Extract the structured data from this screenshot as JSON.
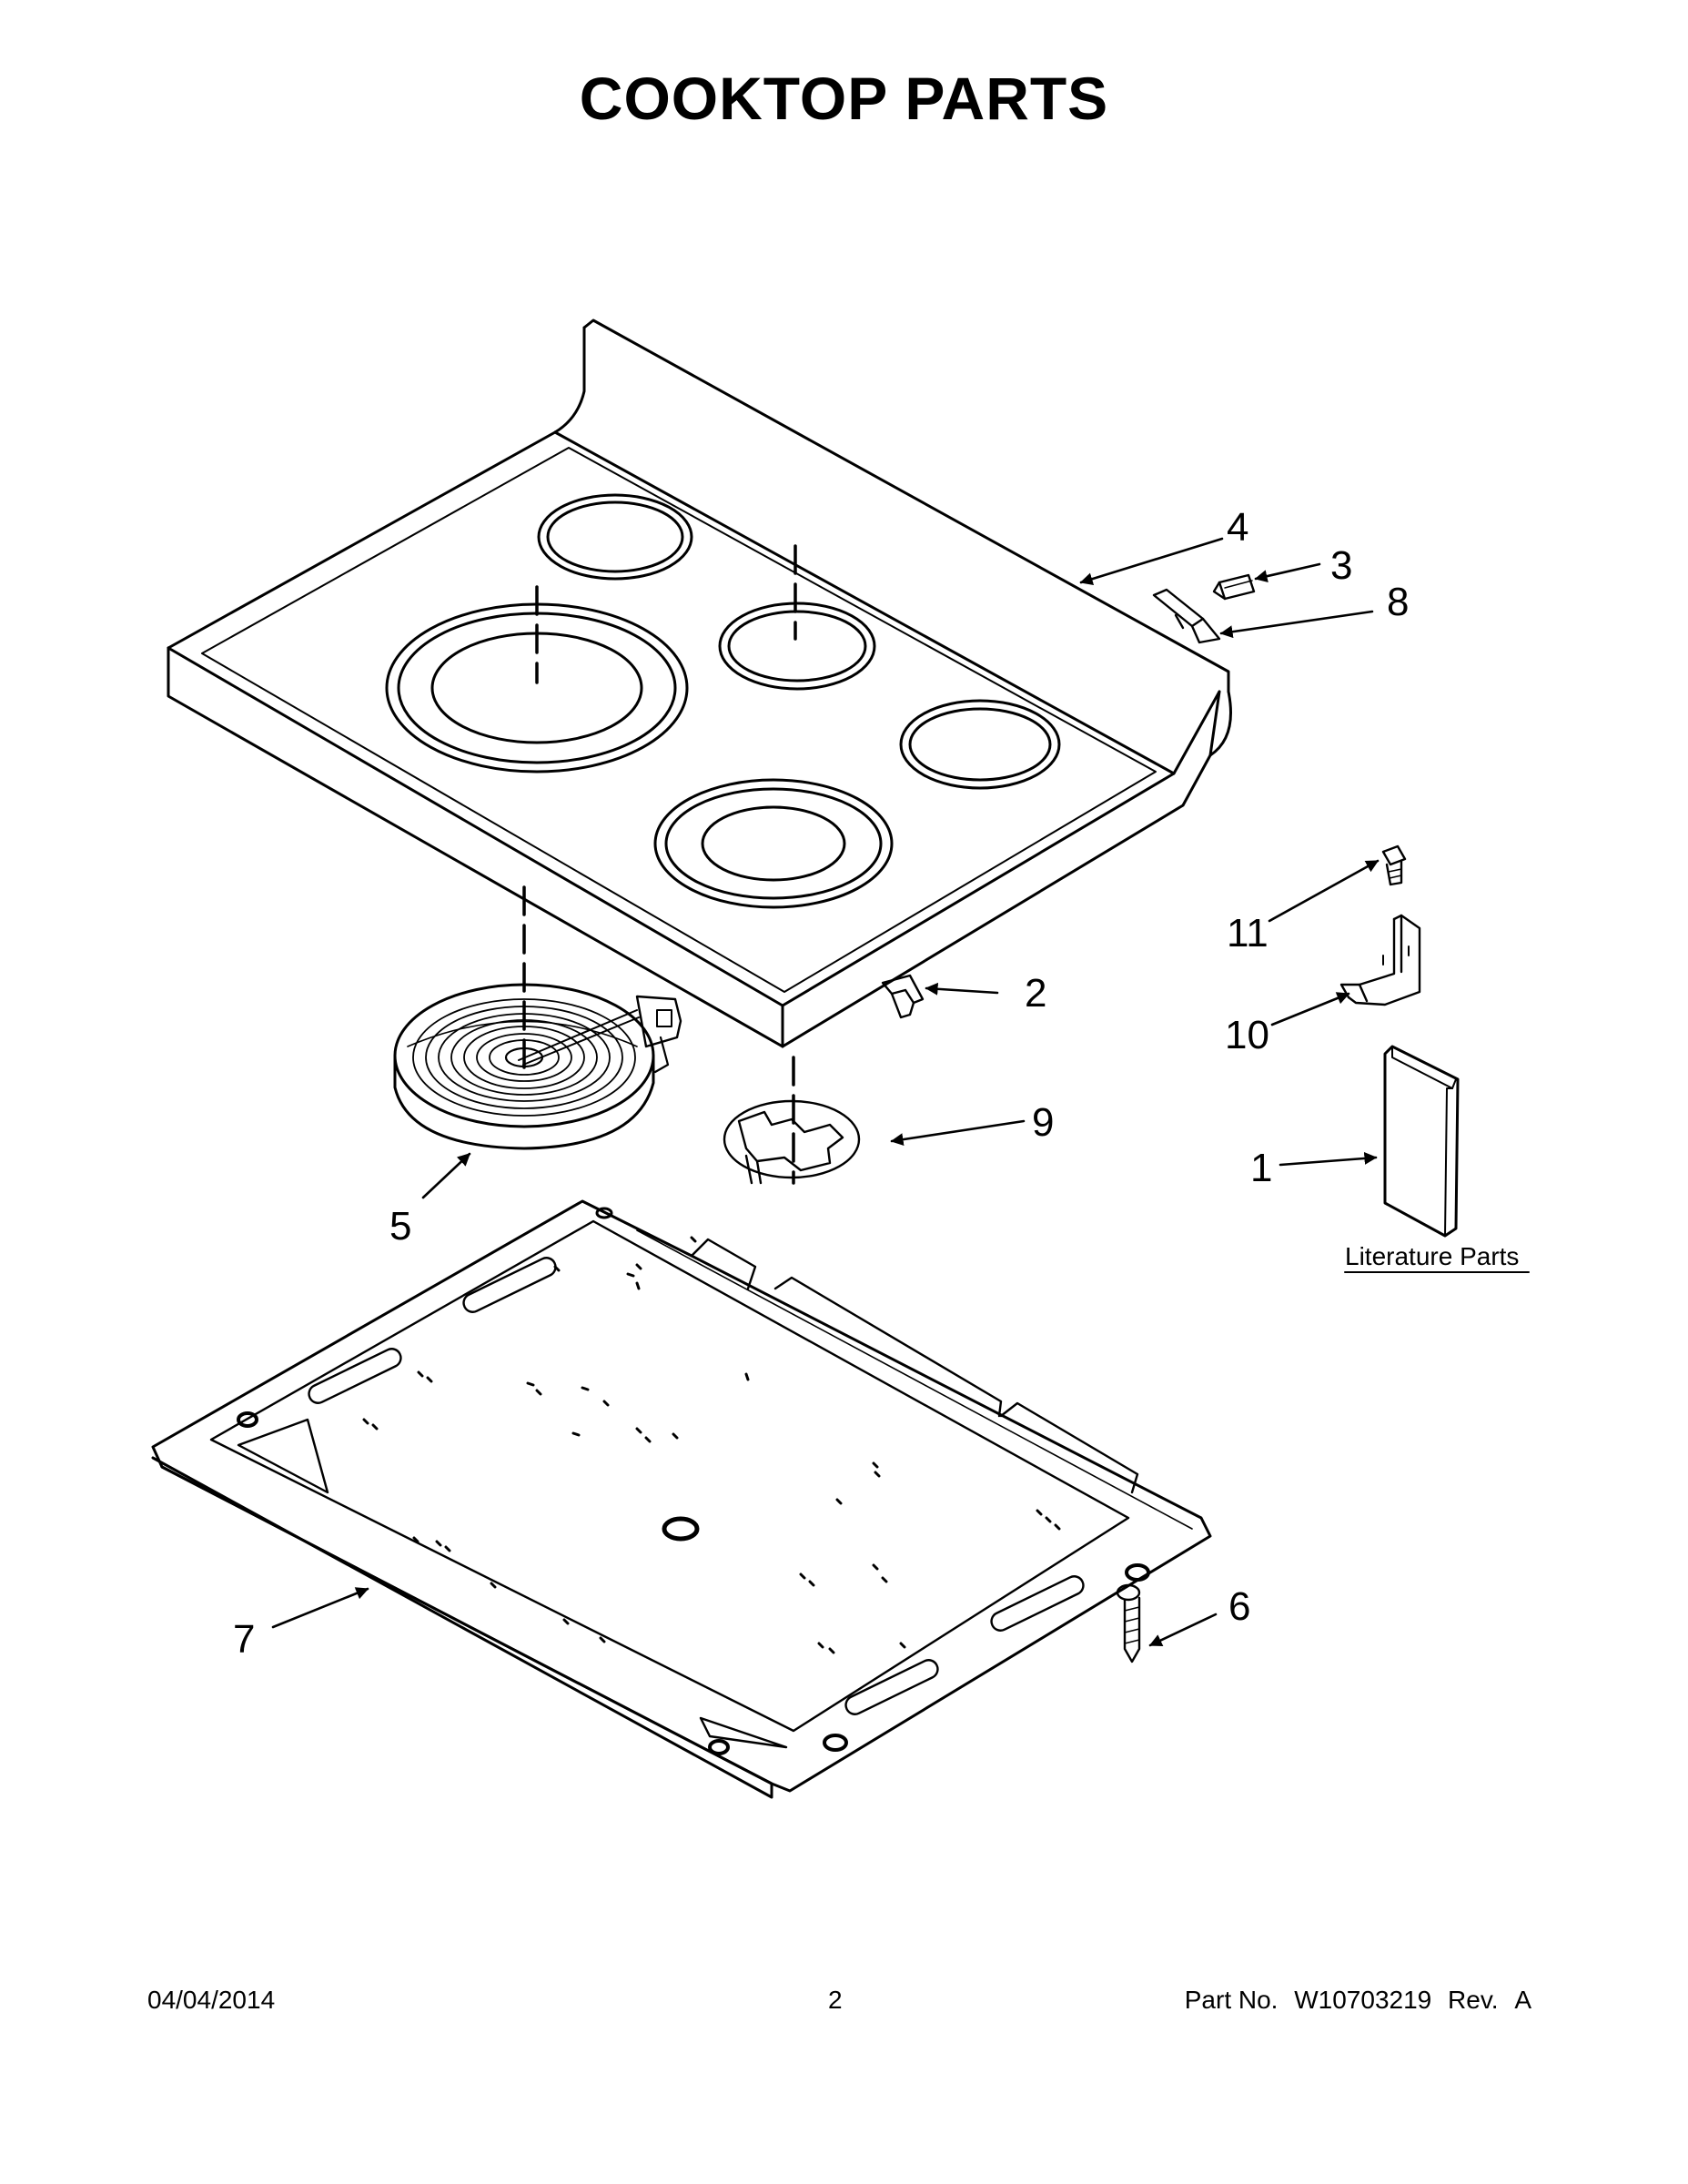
{
  "title": "COOKTOP PARTS",
  "callouts": [
    "1",
    "2",
    "3",
    "4",
    "5",
    "6",
    "7",
    "8",
    "9",
    "10",
    "11"
  ],
  "literature_label": "Literature Parts",
  "footer": {
    "date": "04/04/2014",
    "page": "2",
    "part_label": "Part No.",
    "part_number": "W10703219",
    "rev_label": "Rev.",
    "rev_value": "A"
  }
}
